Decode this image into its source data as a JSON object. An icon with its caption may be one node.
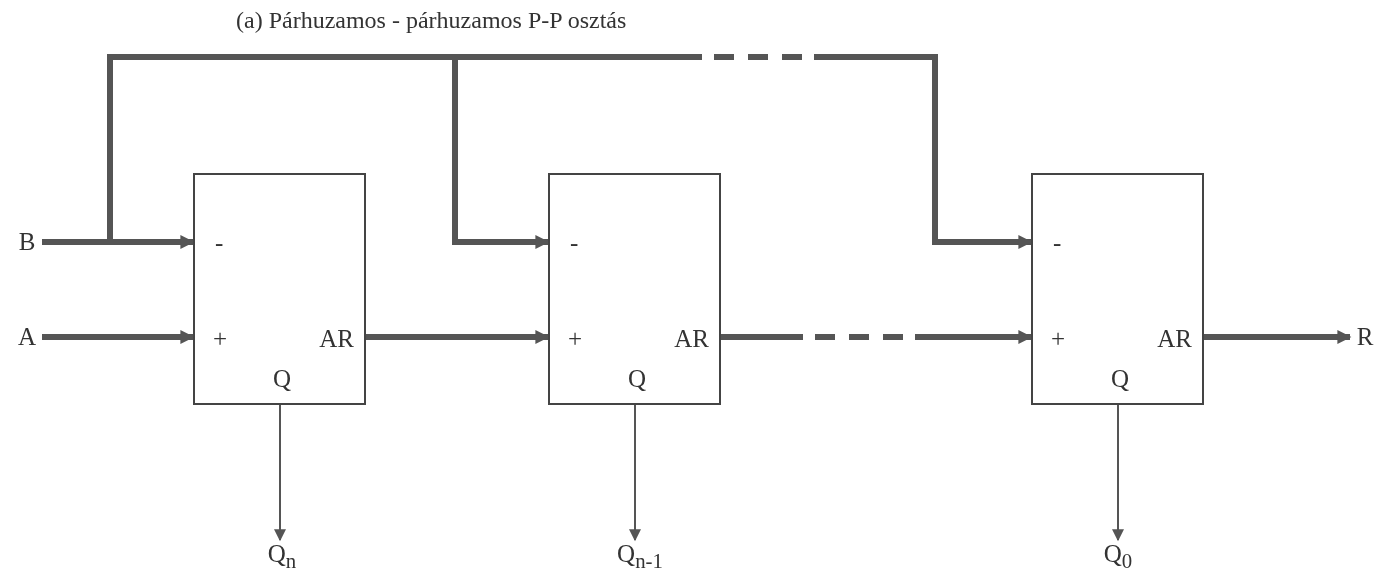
{
  "diagram": {
    "title": "(a) Párhuzamos - párhuzamos P-P osztás",
    "nodes": [
      {
        "text": [
          "B"
        ]
      },
      {
        "text": [
          "A"
        ]
      },
      {
        "text": [
          "-",
          "+",
          "AR",
          "Q"
        ]
      },
      {
        "text": [
          "-",
          "+",
          "AR",
          "Q"
        ]
      },
      {
        "text": [
          "-",
          "+",
          "AR",
          "Q"
        ]
      },
      {
        "text": [
          "R"
        ]
      },
      {
        "text": [
          "Q$_{n}$"
        ]
      },
      {
        "text": [
          "Q$_{n-1}$"
        ]
      },
      {
        "text": [
          "Q$_{0}$"
        ]
      }
    ],
    "edges": [
      {
        "from": 0,
        "to": 2,
        "arrow": "to"
      },
      {
        "from": 0,
        "to": 3,
        "arrow": "to"
      },
      {
        "from": 0,
        "to": 4,
        "arrow": "to",
        "style": "dashed"
      },
      {
        "from": 1,
        "to": 2,
        "arrow": "to"
      },
      {
        "from": 2,
        "to": 3,
        "arrow": "to"
      },
      {
        "from": 3,
        "to": 4,
        "arrow": "to",
        "style": "dashed"
      },
      {
        "from": 4,
        "to": 5,
        "arrow": "to"
      },
      {
        "from": 2,
        "to": 6,
        "arrow": "to"
      },
      {
        "from": 3,
        "to": 7,
        "arrow": "to"
      },
      {
        "from": 4,
        "to": 8,
        "arrow": "to"
      }
    ]
  }
}
